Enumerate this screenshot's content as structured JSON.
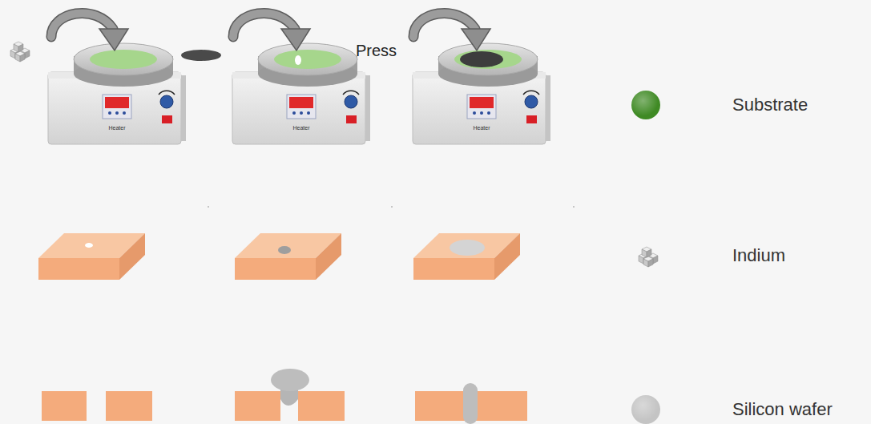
{
  "diagram": {
    "nodes": [
      {
        "text": [
          "Heater"
        ]
      },
      {
        "text": [
          "Heater"
        ]
      },
      {
        "text": [
          "Heater"
        ]
      }
    ],
    "labels": [
      "Press"
    ],
    "legend": [
      {
        "text": "Substrate",
        "color": "#3f8a24"
      },
      {
        "text": "Indium"
      },
      {
        "text": "Silicon wafer",
        "color": "#c4c4c4"
      }
    ]
  }
}
